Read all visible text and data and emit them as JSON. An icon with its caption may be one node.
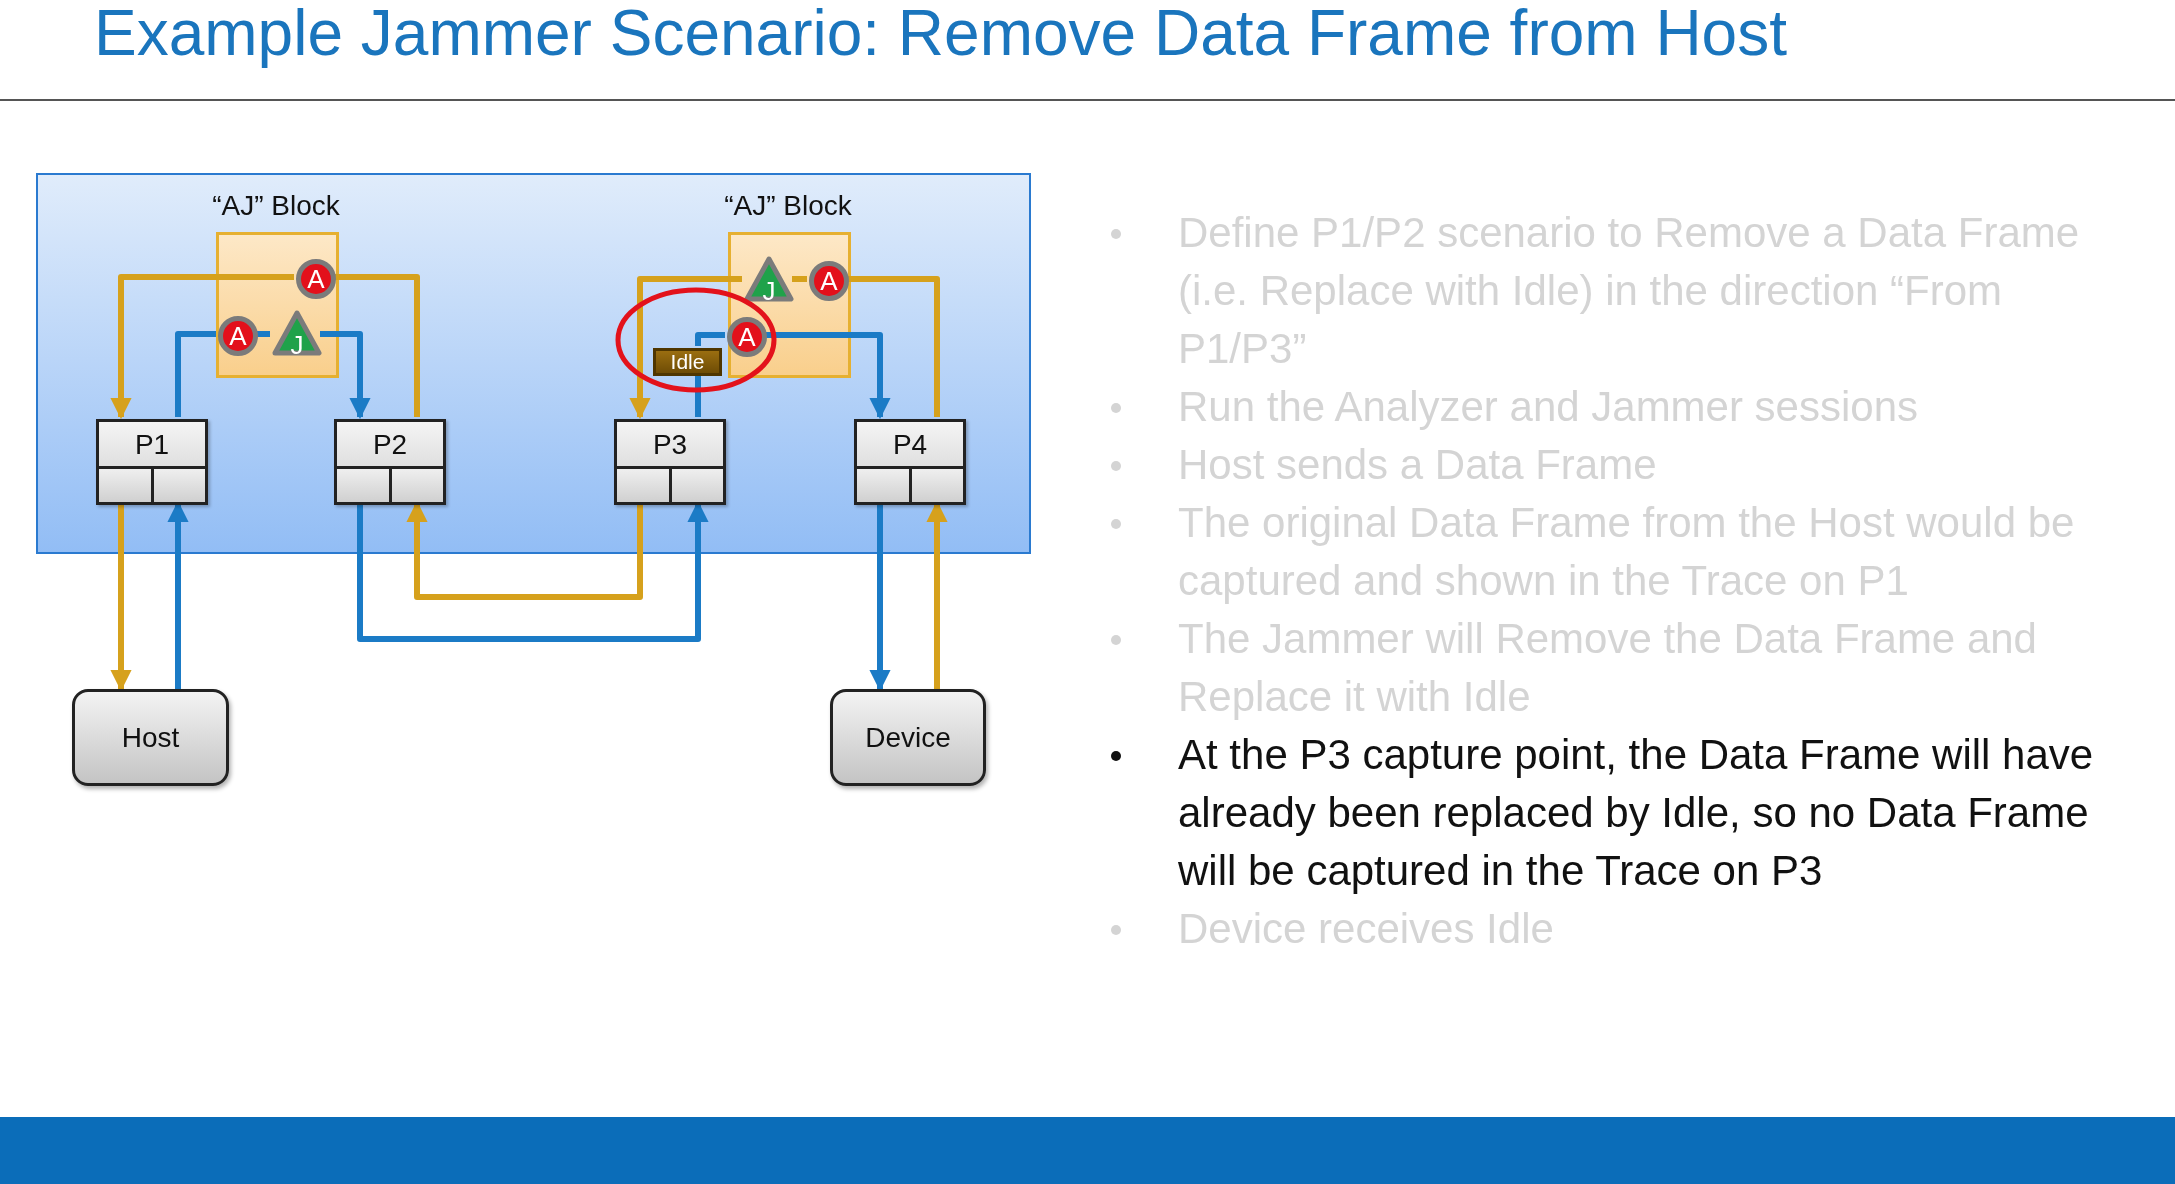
{
  "diagram": {
    "title": "Example Jammer Scenario: Remove Data Frame from Host",
    "nodes": [
      {
        "text": [],
        "shape": "box"
      },
      {
        "text": [
          "“AJ” Block"
        ],
        "in": 0
      },
      {
        "text": [
          "“AJ” Block"
        ],
        "in": 0
      },
      {
        "text": [
          "A"
        ],
        "in": 1
      },
      {
        "text": [
          "A"
        ],
        "in": 1
      },
      {
        "text": [
          "J"
        ],
        "in": 1
      },
      {
        "text": [
          "J"
        ],
        "in": 2
      },
      {
        "text": [
          "A"
        ],
        "in": 2
      },
      {
        "text": [
          "A"
        ],
        "in": 2
      },
      {
        "text": [
          "Idle"
        ],
        "in": 0
      },
      {
        "text": [
          "P1"
        ],
        "in": 0
      },
      {
        "text": [
          "P2"
        ],
        "in": 0
      },
      {
        "text": [
          "P3"
        ],
        "in": 0
      },
      {
        "text": [
          "P4"
        ],
        "in": 0
      },
      {
        "text": [
          "Host"
        ]
      },
      {
        "text": [
          "Device"
        ]
      }
    ],
    "edges": [
      {
        "from": 10,
        "to": 14,
        "arrow": "to",
        "color": "#d6a11c"
      },
      {
        "from": 14,
        "to": 10,
        "arrow": "to",
        "color": "#1b7bc6"
      },
      {
        "from": 10,
        "to": 4,
        "arrow": "none",
        "color": "#1b7bc6"
      },
      {
        "from": 4,
        "to": 5,
        "arrow": "none",
        "color": "#1b7bc6"
      },
      {
        "from": 5,
        "to": 11,
        "arrow": "to",
        "color": "#1b7bc6"
      },
      {
        "from": 11,
        "to": 3,
        "arrow": "none",
        "color": "#d6a11c"
      },
      {
        "from": 3,
        "to": 10,
        "arrow": "to",
        "color": "#d6a11c"
      },
      {
        "from": 11,
        "to": 12,
        "arrow": "to",
        "color": "#1b7bc6"
      },
      {
        "from": 12,
        "to": 11,
        "arrow": "to",
        "color": "#d6a11c"
      },
      {
        "from": 12,
        "to": 9,
        "arrow": "none",
        "color": "#1b7bc6"
      },
      {
        "from": 9,
        "to": 8,
        "arrow": "none",
        "color": "#1b7bc6"
      },
      {
        "from": 8,
        "to": 13,
        "arrow": "to",
        "color": "#1b7bc6"
      },
      {
        "from": 13,
        "to": 7,
        "arrow": "none",
        "color": "#d6a11c"
      },
      {
        "from": 7,
        "to": 6,
        "arrow": "none",
        "color": "#d6a11c"
      },
      {
        "from": 6,
        "to": 12,
        "arrow": "to",
        "color": "#d6a11c"
      },
      {
        "from": 13,
        "to": 15,
        "arrow": "to",
        "color": "#1b7bc6"
      },
      {
        "from": 15,
        "to": 13,
        "arrow": "to",
        "color": "#d6a11c"
      }
    ],
    "labels": [
      "Define P1/P2 scenario to Remove a Data Frame (i.e. Replace with Idle) in the direction “From P1/P3”",
      "Run the Analyzer and Jammer sessions",
      "Host sends a Data Frame",
      "The original Data Frame from the Host would be captured and shown in the Trace on P1",
      "The Jammer will Remove the Data Frame and Replace it with Idle",
      "At the P3 capture point, the Data Frame will have already been replaced by Idle, so no Data Frame will be captured in the Trace on P3",
      "Device receives Idle"
    ]
  }
}
